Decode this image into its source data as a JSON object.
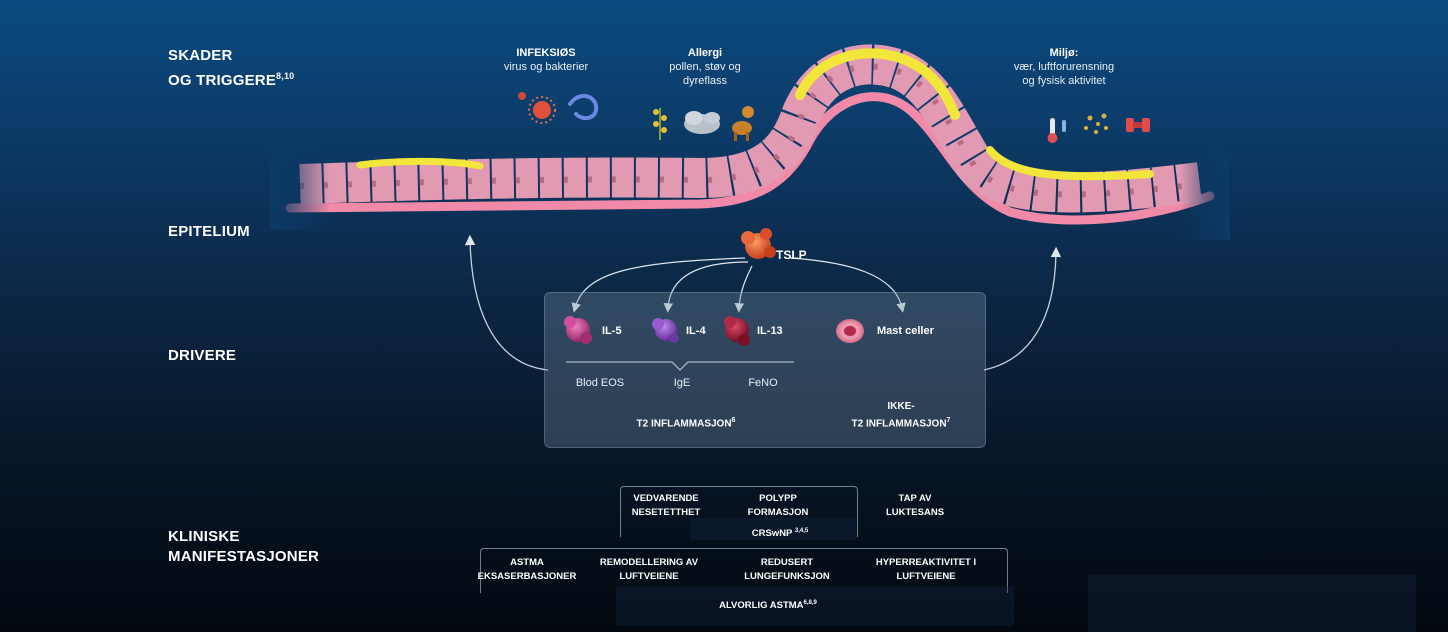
{
  "sections": {
    "triggers_line1": "SKADER",
    "triggers_line2": "OG TRIGGERE",
    "triggers_sup": "8,10",
    "epithelium": "EPITELIUM",
    "drivers": "DRIVERE",
    "clinical_line1": "KLINISKE",
    "clinical_line2": "MANIFESTASJONER"
  },
  "triggers": {
    "infection": {
      "title": "INFEKSIØS",
      "line1": "virus og bakterier"
    },
    "allergy": {
      "title": "Allergi",
      "line1": "pollen, støv og",
      "line2": "dyreflass"
    },
    "environment": {
      "title": "Miljø:",
      "line1": "vær, luftforurensning",
      "line2": "og fysisk aktivitet"
    }
  },
  "tslp": "TSLP",
  "drivers": {
    "il5": "IL-5",
    "il4": "IL-4",
    "il13": "IL-13",
    "mast": "Mast celler",
    "blood_eos": "Blod EOS",
    "ige": "IgE",
    "feno": "FeNO",
    "t2_label": "T2 INFLAMMASJON",
    "t2_sup": "6",
    "nont2_line1": "IKKE-",
    "nont2_line2": "T2 INFLAMMASJON",
    "nont2_sup": "7"
  },
  "crswnp": {
    "items": [
      {
        "line1": "VEDVARENDE",
        "line2": "NESETETTHET"
      },
      {
        "line1": "POLYPP",
        "line2": "FORMASJON"
      },
      {
        "line1": "TAP AV",
        "line2": "LUKTESANS"
      }
    ],
    "label": "CRSwNP",
    "sup": "3,4,5"
  },
  "asthma": {
    "items": [
      {
        "line1": "ASTMA",
        "line2": "EKSASERBASJONER"
      },
      {
        "line1": "REMODELLERING AV",
        "line2": "LUFTVEIENE"
      },
      {
        "line1": "REDUSERT",
        "line2": "LUNGEFUNKSJON"
      },
      {
        "line1": "HYPERREAKTIVITET I",
        "line2": "LUFTVEIENE"
      }
    ],
    "label": "ALVORLIG ASTMA",
    "sup": "6,8,9"
  },
  "colors": {
    "bg_top": "#0a4a80",
    "bg_bottom": "#03080f",
    "mucus": "#f2e63a",
    "cell": "#e8a0b4",
    "membrane": "#f08aa8",
    "tslp": "#e05a30",
    "il5": "#c0408a",
    "il4": "#8a4ab8",
    "il13": "#a01a3a",
    "mast": "#e06888"
  }
}
